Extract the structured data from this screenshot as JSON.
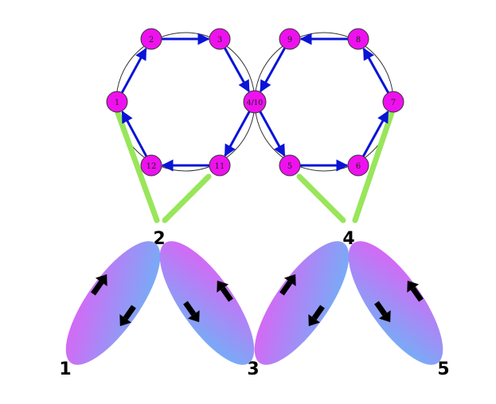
{
  "graph": {
    "nodes": [
      {
        "id": "2",
        "label": "2"
      },
      {
        "id": "3",
        "label": "3"
      },
      {
        "id": "1",
        "label": "1"
      },
      {
        "id": "410",
        "label": "4/10"
      },
      {
        "id": "12",
        "label": "12"
      },
      {
        "id": "11",
        "label": "11"
      },
      {
        "id": "9",
        "label": "9"
      },
      {
        "id": "8",
        "label": "8"
      },
      {
        "id": "7",
        "label": "7"
      },
      {
        "id": "5",
        "label": "5"
      },
      {
        "id": "6",
        "label": "6"
      }
    ],
    "directed_edges": [
      [
        "1",
        "2"
      ],
      [
        "2",
        "3"
      ],
      [
        "3",
        "410"
      ],
      [
        "410",
        "11"
      ],
      [
        "11",
        "12"
      ],
      [
        "12",
        "1"
      ],
      [
        "410",
        "5"
      ],
      [
        "5",
        "6"
      ],
      [
        "6",
        "7"
      ],
      [
        "7",
        "8"
      ],
      [
        "8",
        "9"
      ],
      [
        "9",
        "410"
      ]
    ],
    "colors": {
      "node_fill": "#ee11ee",
      "edge": "#0a14d6",
      "connector": "#98e65a",
      "ellipse_start": "#e65cf5",
      "ellipse_end": "#66b8f6"
    }
  },
  "ellipse_labels": {
    "l1": "1",
    "l2": "2",
    "l3": "3",
    "l4": "4",
    "l5": "5"
  }
}
